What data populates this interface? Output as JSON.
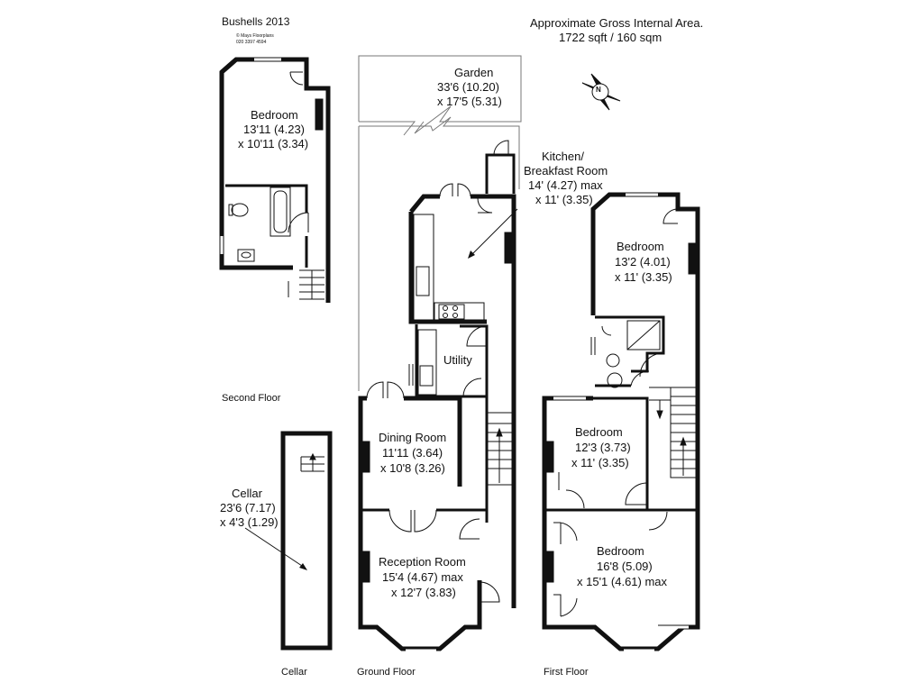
{
  "header": {
    "brand": "Bushells 2013",
    "copyright_line1": "© Mays Floorplans",
    "copyright_line2": "020 3397 4594",
    "area_title": "Approximate Gross Internal Area.",
    "area_value": "1722 sqft  /  160 sqm"
  },
  "floors": {
    "second": "Second Floor",
    "cellar": "Cellar",
    "ground": "Ground Floor",
    "first": "First Floor"
  },
  "rooms": {
    "garden": {
      "name": "Garden",
      "dim1": "33'6 (10.20)",
      "dim2": "x 17'5 (5.31)"
    },
    "second_bedroom": {
      "name": "Bedroom",
      "dim1": "13'11 (4.23)",
      "dim2": "x 10'11 (3.34)"
    },
    "kitchen": {
      "name1": "Kitchen/",
      "name2": "Breakfast Room",
      "dim1": "14' (4.27) max",
      "dim2": "x 11' (3.35)"
    },
    "utility": {
      "name": "Utility"
    },
    "dining": {
      "name": "Dining Room",
      "dim1": "11'11 (3.64)",
      "dim2": "x 10'8 (3.26)"
    },
    "reception": {
      "name": "Reception Room",
      "dim1": "15'4 (4.67) max",
      "dim2": "x 12'7 (3.83)"
    },
    "cellar": {
      "name": "Cellar",
      "dim1": "23'6 (7.17)",
      "dim2": "x 4'3 (1.29)"
    },
    "first_bed_rear": {
      "name": "Bedroom",
      "dim1": "13'2 (4.01)",
      "dim2": "x 11' (3.35)"
    },
    "first_bed_mid": {
      "name": "Bedroom",
      "dim1": "12'3 (3.73)",
      "dim2": "x 11' (3.35)"
    },
    "first_bed_front": {
      "name": "Bedroom",
      "dim1": "16'8 (5.09)",
      "dim2": "x 15'1 (4.61) max"
    }
  },
  "compass": {
    "letter": "N"
  }
}
